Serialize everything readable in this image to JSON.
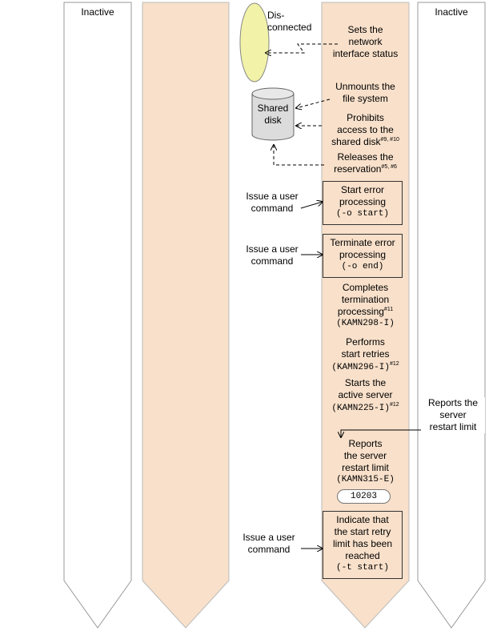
{
  "lanes": {
    "left_inactive": "Inactive",
    "right_inactive": "Inactive"
  },
  "disconnected": {
    "line1": "Dis-",
    "line2": "connected"
  },
  "shared_disk": {
    "line1": "Shared",
    "line2": "disk"
  },
  "steps": {
    "network_status": [
      "Sets the",
      "network",
      "interface status"
    ],
    "unmount": [
      "Unmounts the",
      "file system"
    ],
    "prohibit": {
      "line1": "Prohibits",
      "line2": "access to the",
      "line3": "shared disk",
      "sup": "#9, #10"
    },
    "release": {
      "line1": "Releases the",
      "line2": "reservation",
      "sup": "#5, #6"
    },
    "start_error": {
      "line1": "Start error",
      "line2": "processing",
      "line3": "(-o start)"
    },
    "terminate_error": {
      "line1": "Terminate error",
      "line2": "processing",
      "line3": "(-o end)"
    },
    "completes": {
      "line1": "Completes",
      "line2": "termination",
      "line3": "processing",
      "sup": "#11",
      "code": "(KAMN298-I)"
    },
    "retries": {
      "line1": "Performs",
      "line2": "start retries",
      "code": "(KAMN296-I)",
      "sup": "#12"
    },
    "starts_active": {
      "line1": "Starts the",
      "line2": "active server",
      "code": "(KAMN225-I)",
      "sup": "#12"
    },
    "reports_limit": {
      "line1": "Reports",
      "line2": "the server",
      "line3": "restart limit",
      "code": "(KAMN315-E)",
      "badge": "10203"
    },
    "indicate_limit": {
      "line1": "Indicate that",
      "line2": "the start retry",
      "line3": "limit has been",
      "line4": "reached",
      "line5": "(-t start)"
    }
  },
  "user_commands": {
    "cmd1": [
      "Issue a user",
      "command"
    ],
    "cmd2": [
      "Issue a user",
      "command"
    ],
    "cmd3": [
      "Issue a user",
      "command"
    ]
  },
  "external_report": [
    "Reports the",
    "server",
    "restart limit"
  ]
}
